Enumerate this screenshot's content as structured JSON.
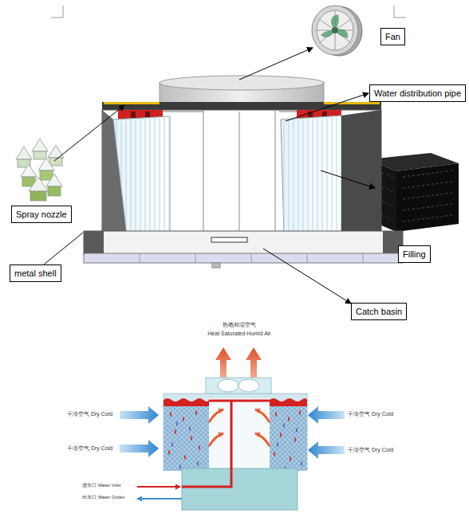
{
  "diagram": {
    "nodes": [
      {
        "text": [
          "Fan"
        ]
      },
      {
        "text": [
          "Water distribution pipe"
        ]
      },
      {
        "text": [
          "Spray nozzle"
        ]
      },
      {
        "text": [
          "Filling"
        ]
      },
      {
        "text": [
          "metal shell"
        ]
      },
      {
        "text": [
          "Catch basin"
        ]
      }
    ],
    "labels": [
      "热饱和湿空气",
      "Heat Saturated Humid Air",
      "干冷空气 Dry Cold",
      "干冷空气 Dry Cold",
      "干冷空气 Dry Cold",
      "干冷空气 Dry Cold",
      "进水口 Water Inlet",
      "出水口 Water Outlet"
    ]
  }
}
